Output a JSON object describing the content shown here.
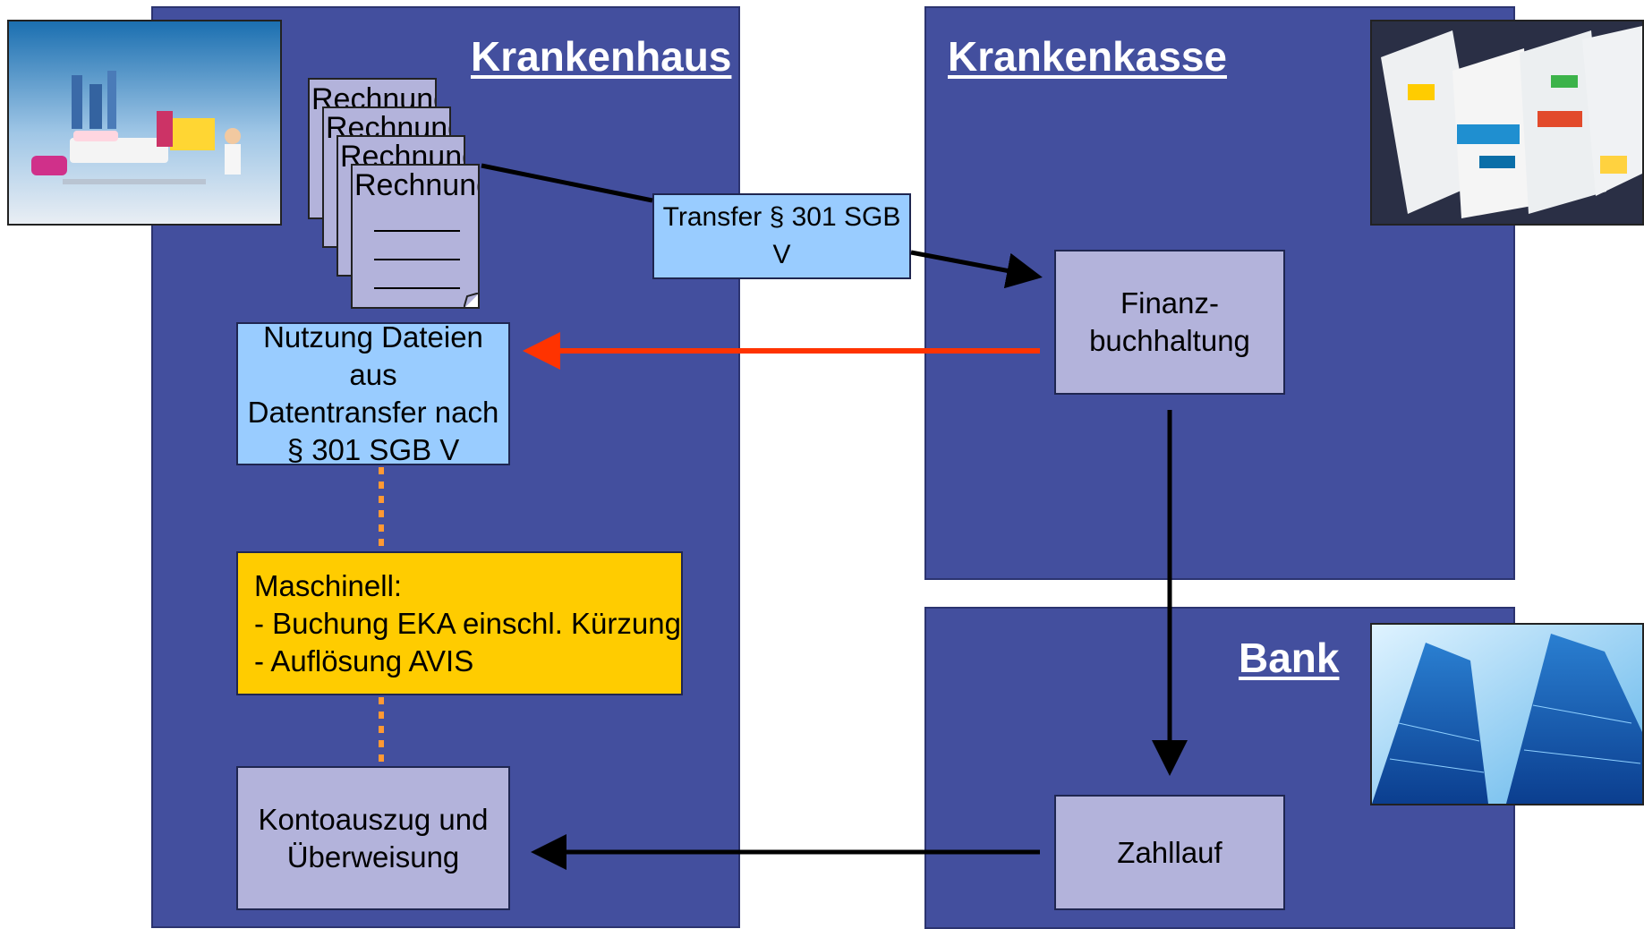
{
  "panels": {
    "krankenhaus": {
      "title": "Krankenhaus"
    },
    "krankenkasse": {
      "title": "Krankenkasse"
    },
    "bank": {
      "title": "Bank"
    }
  },
  "documents": [
    "Rechnung",
    "Rechnung",
    "Rechnung",
    "Rechnung"
  ],
  "boxes": {
    "transfer": "Transfer § 301 SGB V",
    "finanzbuchhaltung": "Finanz-\nbuchhaltung",
    "nutzung": "Nutzung Dateien aus\nDatentransfer nach\n§ 301 SGB V",
    "maschinell": "Maschinell:\n- Buchung EKA einschl. Kürzung\n- Auflösung AVIS",
    "kontoauszug": "Kontoauszug und\nÜberweisung",
    "zahllauf": "Zahllauf"
  },
  "images": {
    "hospital": "hospital-toy-photo",
    "cards": "health-insurance-cards-photo",
    "towers": "bank-towers-photo"
  },
  "colors": {
    "panel": "#434f9e",
    "box_lavender": "#b3b3db",
    "box_blue": "#99ccff",
    "box_yellow": "#ffcc00",
    "arrow_red": "#ff3300",
    "dotted_orange": "#ff9933"
  }
}
